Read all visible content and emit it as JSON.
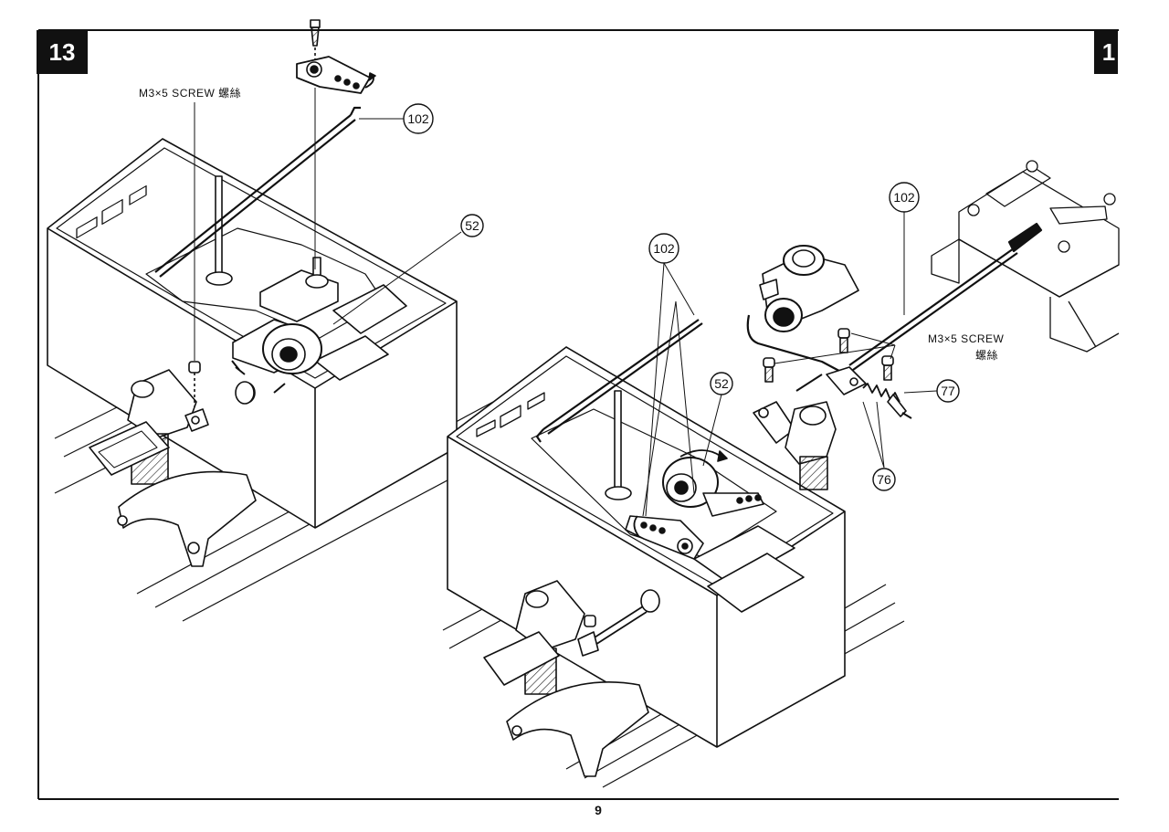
{
  "steps": {
    "left": "13",
    "right": "1"
  },
  "labels": {
    "screw_left": "M3×5 SCREW 螺絲",
    "screw_right": "M3×5 SCREW",
    "screw_right_cn": "螺絲"
  },
  "callouts": {
    "p102_a": "102",
    "p52_a": "52",
    "p102_b": "102",
    "p52_b": "52",
    "p102_c": "102",
    "p77": "77",
    "p76": "76"
  },
  "page_number": "9"
}
